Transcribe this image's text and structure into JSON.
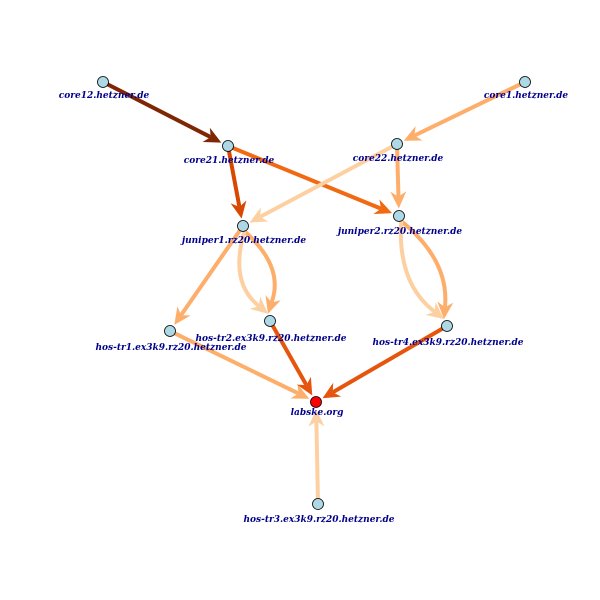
{
  "graph": {
    "nodes": [
      {
        "id": "core12",
        "label": "core12.hetzner.de",
        "fill": "#add8e6"
      },
      {
        "id": "core1",
        "label": "core1.hetzner.de",
        "fill": "#add8e6"
      },
      {
        "id": "core21",
        "label": "core21.hetzner.de",
        "fill": "#add8e6"
      },
      {
        "id": "core22",
        "label": "core22.hetzner.de",
        "fill": "#add8e6"
      },
      {
        "id": "juniper1",
        "label": "juniper1.rz20.hetzner.de",
        "fill": "#add8e6"
      },
      {
        "id": "juniper2",
        "label": "juniper2.rz20.hetzner.de",
        "fill": "#add8e6"
      },
      {
        "id": "hostr1",
        "label": "hos-tr1.ex3k9.rz20.hetzner.de",
        "fill": "#add8e6"
      },
      {
        "id": "hostr2",
        "label": "hos-tr2.ex3k9.rz20.hetzner.de",
        "fill": "#add8e6"
      },
      {
        "id": "hostr4",
        "label": "hos-tr4.ex3k9.rz20.hetzner.de",
        "fill": "#add8e6"
      },
      {
        "id": "labske",
        "label": "labske.org",
        "fill": "#ff0000"
      },
      {
        "id": "hostr3",
        "label": "hos-tr3.ex3k9.rz20.hetzner.de",
        "fill": "#add8e6"
      }
    ],
    "edges": [
      {
        "from": "core12",
        "to": "core21",
        "color": "#7f2704"
      },
      {
        "from": "core1",
        "to": "core22",
        "color": "#fdae6b"
      },
      {
        "from": "core21",
        "to": "juniper1",
        "color": "#d94801"
      },
      {
        "from": "core21",
        "to": "juniper2",
        "color": "#f16913"
      },
      {
        "from": "core22",
        "to": "juniper1",
        "color": "#fdd0a2"
      },
      {
        "from": "core22",
        "to": "juniper2",
        "color": "#fdae6b"
      },
      {
        "from": "juniper1",
        "to": "hostr1",
        "color": "#fdae6b"
      },
      {
        "from": "juniper1",
        "to": "hostr2",
        "color": "#fdae6b"
      },
      {
        "from": "juniper1",
        "to": "hostr2",
        "color": "#fdd0a2"
      },
      {
        "from": "juniper2",
        "to": "hostr4",
        "color": "#fdae6b"
      },
      {
        "from": "juniper2",
        "to": "hostr4",
        "color": "#fdd0a2"
      },
      {
        "from": "hostr1",
        "to": "labske",
        "color": "#fdae6b"
      },
      {
        "from": "hostr2",
        "to": "labske",
        "color": "#e6550d"
      },
      {
        "from": "hostr4",
        "to": "labske",
        "color": "#e6550d"
      },
      {
        "from": "hostr3",
        "to": "labske",
        "color": "#fdd0a2"
      }
    ]
  }
}
